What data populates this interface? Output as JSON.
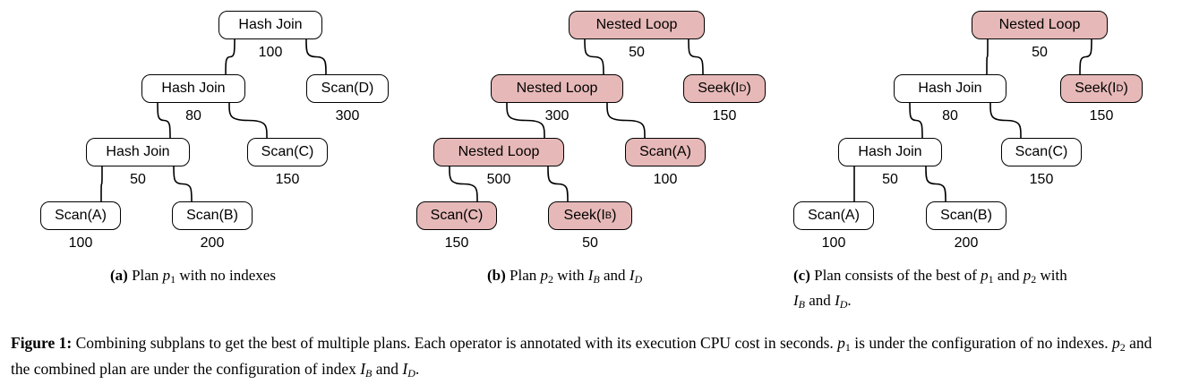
{
  "panels": [
    {
      "id": "a",
      "nodes": [
        {
          "label": "Hash Join",
          "cost": "100",
          "hl": false
        },
        {
          "label": "Hash Join",
          "cost": "80",
          "hl": false
        },
        {
          "label": "Scan(D)",
          "cost": "300",
          "hl": false
        },
        {
          "label": "Hash Join",
          "cost": "50",
          "hl": false
        },
        {
          "label": "Scan(C)",
          "cost": "150",
          "hl": false
        },
        {
          "label": "Scan(A)",
          "cost": "100",
          "hl": false
        },
        {
          "label": "Scan(B)",
          "cost": "200",
          "hl": false
        }
      ],
      "caption": {
        "tag": "(a)",
        "text_pre": "Plan",
        "var": "p",
        "sub": "1",
        "text_post": "with no indexes"
      }
    },
    {
      "id": "b",
      "nodes": [
        {
          "label": "Nested Loop",
          "cost": "50",
          "hl": true
        },
        {
          "label": "Nested Loop",
          "cost": "300",
          "hl": true
        },
        {
          "label": "Seek(ID)",
          "cost": "150",
          "hl": true
        },
        {
          "label": "Nested Loop",
          "cost": "500",
          "hl": true
        },
        {
          "label": "Scan(A)",
          "cost": "100",
          "hl": true
        },
        {
          "label": "Scan(C)",
          "cost": "150",
          "hl": true
        },
        {
          "label": "Seek(IB)",
          "cost": "50",
          "hl": true
        }
      ],
      "caption": {
        "tag": "(b)",
        "text_pre": "Plan",
        "var": "p",
        "sub": "2",
        "text_post": "with I_B and I_D"
      }
    },
    {
      "id": "c",
      "nodes": [
        {
          "label": "Nested Loop",
          "cost": "50",
          "hl": true
        },
        {
          "label": "Hash Join",
          "cost": "80",
          "hl": false
        },
        {
          "label": "Seek(ID)",
          "cost": "150",
          "hl": true
        },
        {
          "label": "Hash Join",
          "cost": "50",
          "hl": false
        },
        {
          "label": "Scan(C)",
          "cost": "150",
          "hl": false
        },
        {
          "label": "Scan(A)",
          "cost": "100",
          "hl": false
        },
        {
          "label": "Scan(B)",
          "cost": "200",
          "hl": false
        }
      ],
      "caption": {
        "tag": "(c)",
        "text": "Plan consists of the best of p1 and p2 with I_B and I_D."
      }
    }
  ],
  "figure_caption": {
    "label": "Figure 1:",
    "text": "Combining subplans to get the best of multiple plans. Each operator is annotated with its execution CPU cost in seconds. p1 is under the configuration of no indexes. p2 and the combined plan are under the configuration of index I_B and I_D."
  }
}
